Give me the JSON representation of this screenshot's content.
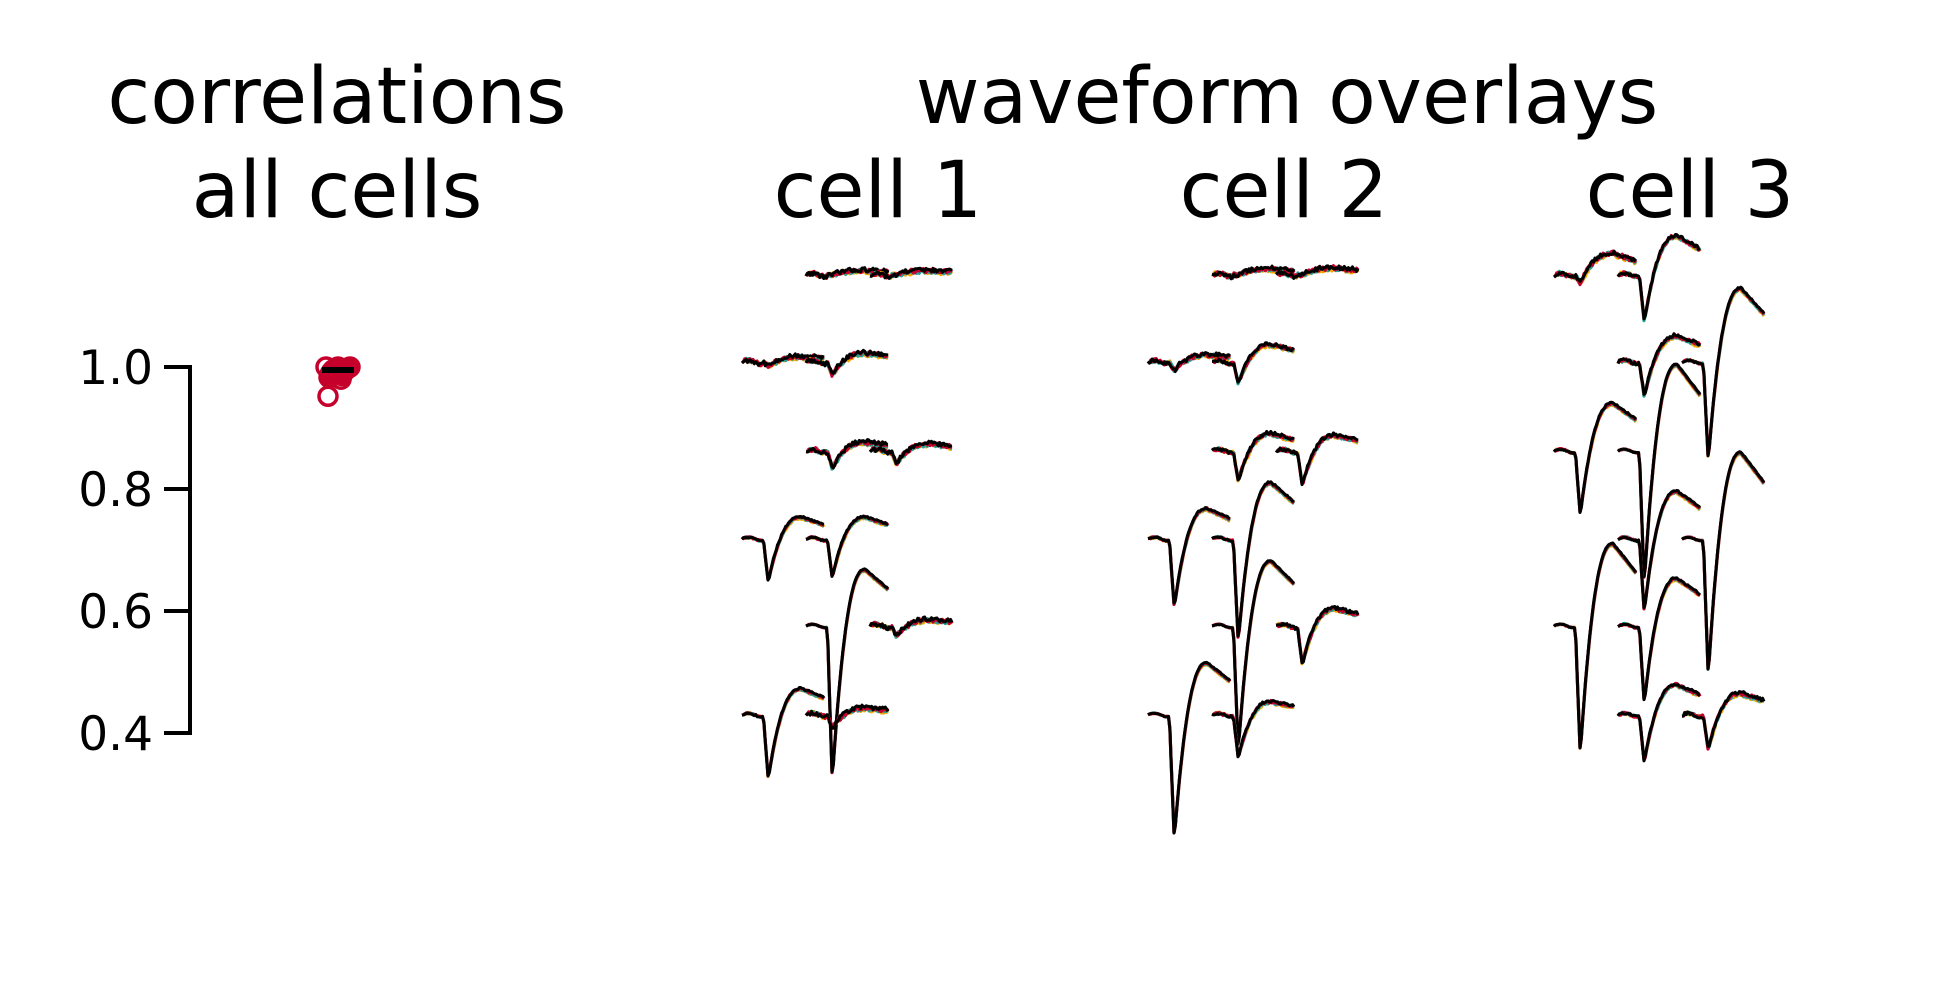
{
  "titles": {
    "left_line1": "correlations",
    "left_line2": "all cells",
    "right": "waveform overlays",
    "cell_labels": [
      "cell 1",
      "cell 2",
      "cell 3"
    ]
  },
  "colors": {
    "series": [
      "#f5a800",
      "#2aa198",
      "#c5002b",
      "#000000"
    ],
    "axis": "#000000",
    "marker": "#c5002b",
    "median": "#000000"
  },
  "chart_data": [
    {
      "type": "scatter",
      "title": "correlations all cells",
      "xlabel": "",
      "ylabel": "",
      "ylim": [
        0.4,
        1.0
      ],
      "yticks": [
        0.4,
        0.6,
        0.8,
        1.0
      ],
      "ytick_labels": [
        "0.4",
        "0.6",
        "0.8",
        "1.0"
      ],
      "grid": false,
      "median": 0.995,
      "values": [
        1.0,
        1.0,
        1.0,
        0.999,
        0.999,
        0.998,
        0.998,
        0.997,
        0.997,
        0.996,
        0.996,
        0.995,
        0.994,
        0.993,
        0.992,
        0.991,
        0.99,
        0.988,
        0.986,
        0.983,
        0.98,
        0.952
      ]
    },
    {
      "type": "line",
      "title": "waveform overlays",
      "series_colors": [
        "#f5a800",
        "#2aa198",
        "#c5002b",
        "#000000"
      ],
      "cells": [
        {
          "label": "cell 1",
          "channels": [
            {
              "row": 0,
              "col": 1,
              "baseline": 0.02,
              "trough": 0.0,
              "peak": 0.05,
              "noise": 0.05
            },
            {
              "row": 0,
              "col": 2,
              "baseline": 0.02,
              "trough": 0.0,
              "peak": 0.05,
              "noise": 0.05
            },
            {
              "row": 1,
              "col": 0,
              "baseline": 0.02,
              "trough": 0.05,
              "peak": 0.06,
              "noise": 0.05
            },
            {
              "row": 1,
              "col": 1,
              "baseline": 0.02,
              "trough": 0.15,
              "peak": 0.1,
              "noise": 0.05
            },
            {
              "row": 2,
              "col": 1,
              "baseline": 0.02,
              "trough": 0.2,
              "peak": 0.1,
              "noise": 0.05
            },
            {
              "row": 2,
              "col": 2,
              "baseline": 0.02,
              "trough": 0.15,
              "peak": 0.08,
              "noise": 0.05
            },
            {
              "row": 3,
              "col": 0,
              "baseline": 0.02,
              "trough": 0.5,
              "peak": 0.25,
              "noise": 0.02
            },
            {
              "row": 3,
              "col": 1,
              "baseline": 0.02,
              "trough": 0.45,
              "peak": 0.25,
              "noise": 0.02
            },
            {
              "row": 4,
              "col": 1,
              "baseline": 0.02,
              "trough": 1.8,
              "peak": 0.65,
              "noise": 0.01
            },
            {
              "row": 4,
              "col": 2,
              "baseline": 0.02,
              "trough": 0.12,
              "peak": 0.07,
              "noise": 0.05
            },
            {
              "row": 5,
              "col": 0,
              "baseline": 0.02,
              "trough": 0.75,
              "peak": 0.3,
              "noise": 0.02
            },
            {
              "row": 5,
              "col": 1,
              "baseline": 0.02,
              "trough": 0.15,
              "peak": 0.08,
              "noise": 0.05
            }
          ]
        },
        {
          "label": "cell 2",
          "channels": [
            {
              "row": 0,
              "col": 1,
              "baseline": 0.02,
              "trough": 0.0,
              "peak": 0.07,
              "noise": 0.05
            },
            {
              "row": 0,
              "col": 2,
              "baseline": 0.02,
              "trough": 0.0,
              "peak": 0.08,
              "noise": 0.05
            },
            {
              "row": 1,
              "col": 0,
              "baseline": 0.02,
              "trough": 0.1,
              "peak": 0.08,
              "noise": 0.05
            },
            {
              "row": 1,
              "col": 1,
              "baseline": 0.02,
              "trough": 0.25,
              "peak": 0.2,
              "noise": 0.04
            },
            {
              "row": 2,
              "col": 1,
              "baseline": 0.02,
              "trough": 0.35,
              "peak": 0.2,
              "noise": 0.04
            },
            {
              "row": 2,
              "col": 2,
              "baseline": 0.02,
              "trough": 0.4,
              "peak": 0.18,
              "noise": 0.04
            },
            {
              "row": 3,
              "col": 0,
              "baseline": 0.02,
              "trough": 0.8,
              "peak": 0.35,
              "noise": 0.02
            },
            {
              "row": 3,
              "col": 1,
              "baseline": 0.02,
              "trough": 1.2,
              "peak": 0.65,
              "noise": 0.02
            },
            {
              "row": 4,
              "col": 1,
              "baseline": 0.02,
              "trough": 1.45,
              "peak": 0.75,
              "noise": 0.01
            },
            {
              "row": 4,
              "col": 2,
              "baseline": 0.02,
              "trough": 0.45,
              "peak": 0.2,
              "noise": 0.04
            },
            {
              "row": 5,
              "col": 0,
              "baseline": 0.02,
              "trough": 1.45,
              "peak": 0.6,
              "noise": 0.01
            },
            {
              "row": 5,
              "col": 1,
              "baseline": 0.02,
              "trough": 0.5,
              "peak": 0.15,
              "noise": 0.03
            }
          ]
        },
        {
          "label": "cell 3",
          "channels": [
            {
              "row": 0,
              "col": 0,
              "baseline": 0.02,
              "trough": 0.1,
              "peak": 0.25,
              "noise": 0.05
            },
            {
              "row": 0,
              "col": 1,
              "baseline": 0.02,
              "trough": 0.55,
              "peak": 0.45,
              "noise": 0.04
            },
            {
              "row": 1,
              "col": 1,
              "baseline": 0.02,
              "trough": 0.4,
              "peak": 0.3,
              "noise": 0.04
            },
            {
              "row": 1,
              "col": 2,
              "baseline": 0.02,
              "trough": 1.15,
              "peak": 0.85,
              "noise": 0.02
            },
            {
              "row": 2,
              "col": 0,
              "baseline": 0.02,
              "trough": 0.75,
              "peak": 0.55,
              "noise": 0.02
            },
            {
              "row": 2,
              "col": 1,
              "baseline": 0.02,
              "trough": 1.55,
              "peak": 1.0,
              "noise": 0.01
            },
            {
              "row": 3,
              "col": 1,
              "baseline": 0.02,
              "trough": 0.85,
              "peak": 0.55,
              "noise": 0.02
            },
            {
              "row": 3,
              "col": 2,
              "baseline": 0.02,
              "trough": 1.6,
              "peak": 1.0,
              "noise": 0.01
            },
            {
              "row": 4,
              "col": 0,
              "baseline": 0.02,
              "trough": 1.5,
              "peak": 0.95,
              "noise": 0.01
            },
            {
              "row": 4,
              "col": 1,
              "baseline": 0.02,
              "trough": 0.9,
              "peak": 0.55,
              "noise": 0.02
            },
            {
              "row": 5,
              "col": 1,
              "baseline": 0.02,
              "trough": 0.55,
              "peak": 0.35,
              "noise": 0.03
            },
            {
              "row": 5,
              "col": 2,
              "baseline": 0.02,
              "trough": 0.4,
              "peak": 0.25,
              "noise": 0.04
            }
          ]
        }
      ]
    }
  ]
}
